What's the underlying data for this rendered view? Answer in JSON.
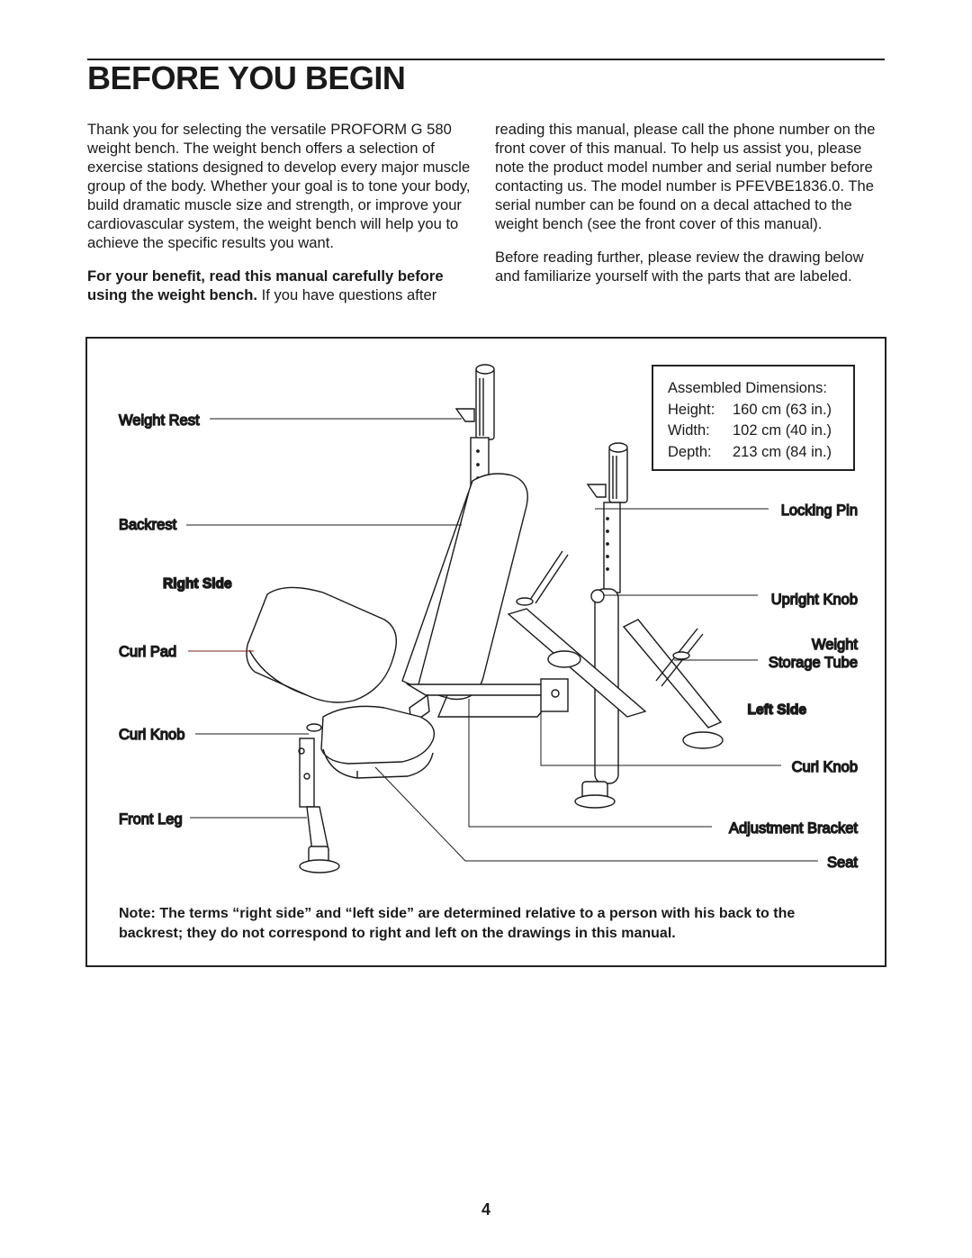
{
  "page": {
    "title": "BEFORE YOU BEGIN",
    "number": "4"
  },
  "left_column": {
    "p1": "Thank you for selecting the versatile PROFORM G 580 weight bench. The weight bench offers a selection of exercise stations designed to develop every major muscle group of the body. Whether your goal is to tone your body, build dramatic muscle size and strength, or improve your cardiovascular system, the weight bench will help you to achieve the specific results you want.",
    "p2_bold": "For your benefit, read this manual carefully before using the weight bench.",
    "p2_rest": " If you have questions after"
  },
  "right_column": {
    "p1": "reading this manual, please call the phone number on the front cover of this manual. To help us assist you, please note the product model number and serial number before contacting us. The model number is PFEVBE1836.0. The serial number can be found on a decal attached to the weight bench (see the front cover of this manual).",
    "p2": "Before reading further, please review the drawing below and familiarize yourself with the parts that are labeled."
  },
  "figure": {
    "dimensions": {
      "heading": "Assembled Dimensions:",
      "rows": [
        {
          "label": "Height:",
          "value": "160 cm (63 in.)"
        },
        {
          "label": "Width:",
          "value": "102 cm (40 in.)"
        },
        {
          "label": "Depth:",
          "value": "213 cm (84 in.)"
        }
      ]
    },
    "labels": {
      "weight_rest": "Weight Rest",
      "backrest": "Backrest",
      "right_side": "Right Side",
      "curl_pad": "Curl Pad",
      "curl_knob_left": "Curl Knob",
      "front_leg": "Front Leg",
      "locking_pin": "Locking Pin",
      "upright_knob": "Upright Knob",
      "weight_line1": "Weight",
      "weight_line2": "Storage Tube",
      "left_side": "Left Side",
      "curl_knob_right": "Curl Knob",
      "adjustment_bracket": "Adjustment Bracket",
      "seat": "Seat"
    },
    "note": "Note: The terms “right side” and “left side” are determined relative to a person with his back to the backrest; they do not correspond to right and left on the drawings in this manual."
  }
}
